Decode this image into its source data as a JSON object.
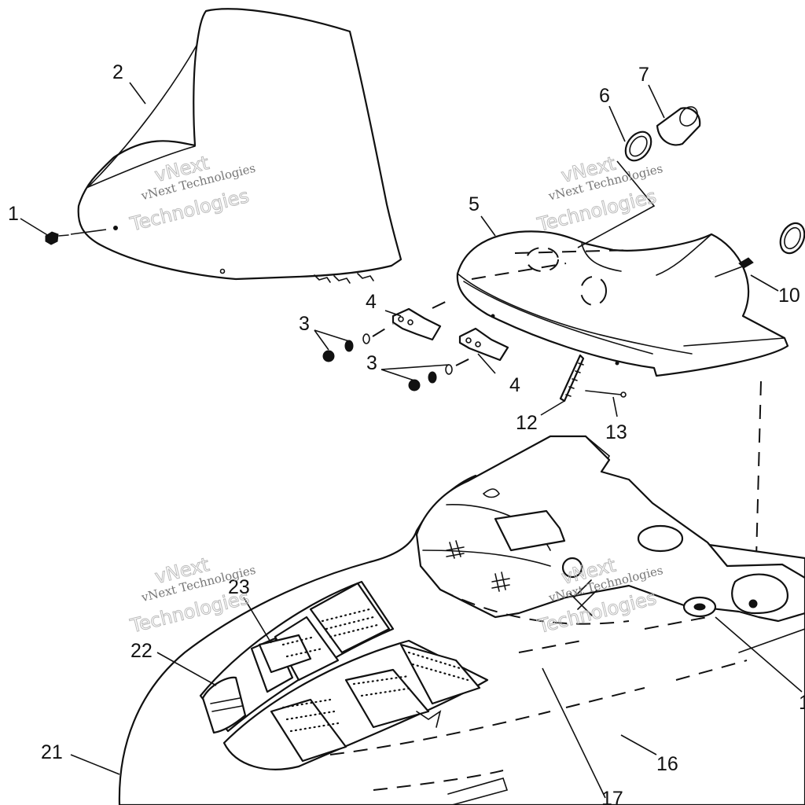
{
  "callouts": [
    {
      "id": "c1",
      "text": "1"
    },
    {
      "id": "c2",
      "text": "2"
    },
    {
      "id": "c3a",
      "text": "3"
    },
    {
      "id": "c3b",
      "text": "3"
    },
    {
      "id": "c4a",
      "text": "4"
    },
    {
      "id": "c4b",
      "text": "4"
    },
    {
      "id": "c5",
      "text": "5"
    },
    {
      "id": "c6",
      "text": "6"
    },
    {
      "id": "c7",
      "text": "7"
    },
    {
      "id": "c10",
      "text": "10"
    },
    {
      "id": "c12",
      "text": "12"
    },
    {
      "id": "c13",
      "text": "13"
    },
    {
      "id": "c16",
      "text": "16"
    },
    {
      "id": "c17",
      "text": "17"
    },
    {
      "id": "c1x",
      "text": "1"
    },
    {
      "id": "c21",
      "text": "21"
    },
    {
      "id": "c22",
      "text": "22"
    },
    {
      "id": "c23",
      "text": "23"
    }
  ],
  "watermark": {
    "brand": "vNext",
    "company": "vNext Technologies",
    "word": "Technologies"
  },
  "colors": {
    "ink": "#111111",
    "paper": "#ffffff",
    "watermark": "#bbbbbb"
  }
}
